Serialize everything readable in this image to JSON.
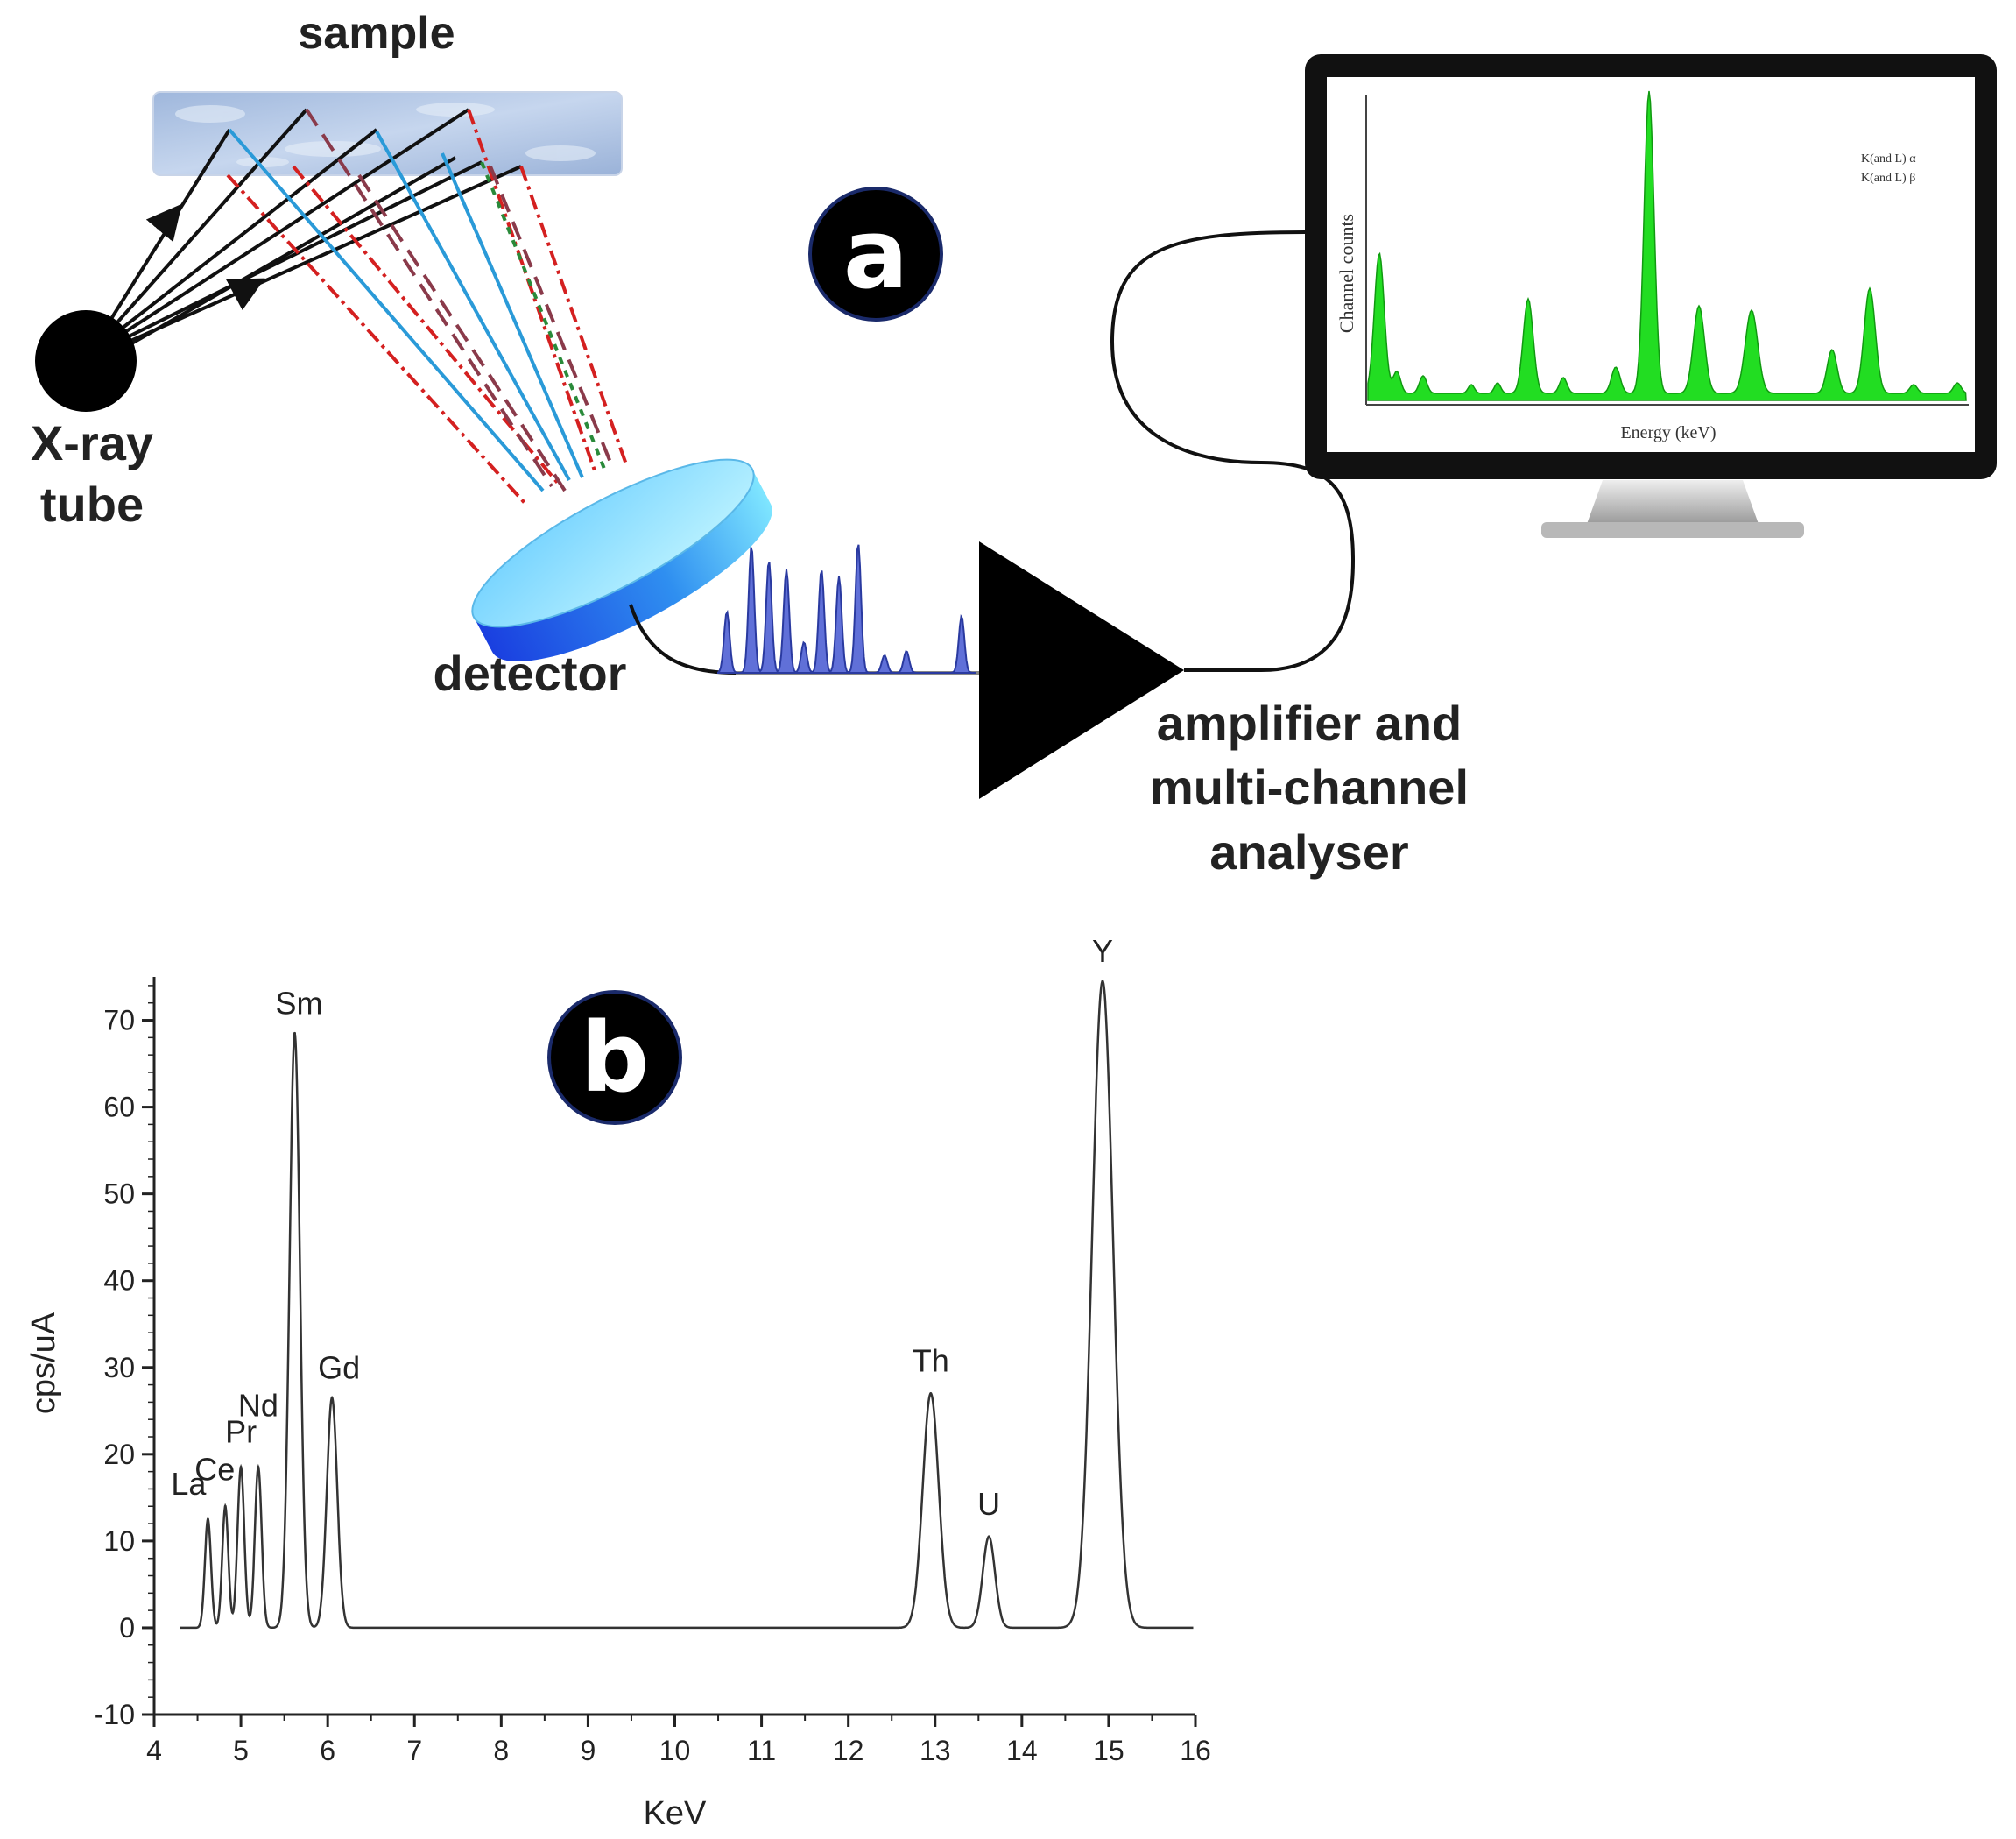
{
  "panel_a": {
    "badge": "a",
    "labels": {
      "sample": "sample",
      "xray_line1": "X-ray",
      "xray_line2": "tube",
      "detector": "detector",
      "amp_line1": "amplifier and",
      "amp_line2": "multi-channel",
      "amp_line3": "analyser"
    },
    "monitor": {
      "ylabel": "Channel counts",
      "xlabel": "Energy (keV)",
      "legend": [
        "K(and L) α",
        "K(and L) β"
      ]
    },
    "colors": {
      "beam_black": "#111111",
      "beam_red": "#d42020",
      "beam_blue": "#2a9ad8",
      "beam_maroon": "#8a3a4a",
      "beam_green": "#2a8a3a",
      "spectrum_green": "#22dd22",
      "detector_blue": "#2255ee",
      "pulse_blue": "#5566cc"
    }
  },
  "panel_b": {
    "badge": "b"
  },
  "chart_data": {
    "type": "line",
    "xlabel": "KeV",
    "ylabel": "cps/uA",
    "xlim": [
      4,
      16
    ],
    "ylim": [
      -10,
      75
    ],
    "xticks": [
      4,
      5,
      6,
      7,
      8,
      9,
      10,
      11,
      12,
      13,
      14,
      15,
      16
    ],
    "yticks": [
      -10,
      0,
      10,
      20,
      30,
      40,
      50,
      60,
      70
    ],
    "grid": false,
    "peaks": [
      {
        "label": "La",
        "x": 4.62,
        "y": 12.5
      },
      {
        "label": "Ce",
        "x": 4.82,
        "y": 14
      },
      {
        "label": "Pr",
        "x": 5.0,
        "y": 18.5
      },
      {
        "label": "Nd",
        "x": 5.2,
        "y": 18.5
      },
      {
        "label": "Sm",
        "x": 5.62,
        "y": 68.5
      },
      {
        "label": "Gd",
        "x": 6.05,
        "y": 26.5
      },
      {
        "label": "Th",
        "x": 12.95,
        "y": 27
      },
      {
        "label": "U",
        "x": 13.62,
        "y": 10.5
      },
      {
        "label": "Y",
        "x": 14.93,
        "y": 74.5
      }
    ]
  }
}
